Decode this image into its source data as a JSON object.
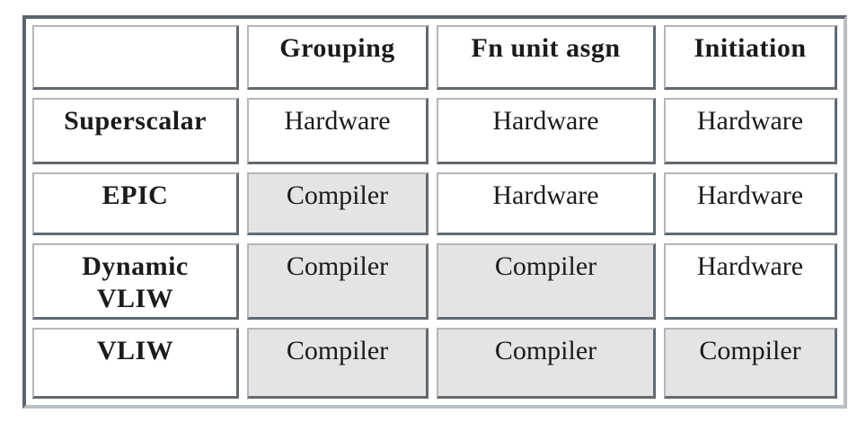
{
  "colors": {
    "page_background": "#ffffff",
    "cell_background": "#ffffff",
    "shaded_cell_background": "#e4e4e4",
    "cell_border_light": "#b3b7bb",
    "cell_border_dark": "#62696f",
    "frame_border_dark": "#5d656d",
    "frame_border_light": "#b9bec3",
    "text": "#1b1b1b"
  },
  "table": {
    "columns": [
      {
        "label": ""
      },
      {
        "label": "Grouping"
      },
      {
        "label": "Fn unit asgn"
      },
      {
        "label": "Initiation"
      }
    ],
    "rows": [
      {
        "label": "Superscalar",
        "cells": [
          {
            "text": "Hardware",
            "variant": "plain"
          },
          {
            "text": "Hardware",
            "variant": "plain"
          },
          {
            "text": "Hardware",
            "variant": "plain"
          }
        ]
      },
      {
        "label": "EPIC",
        "cells": [
          {
            "text": "Compiler",
            "variant": "shaded"
          },
          {
            "text": "Hardware",
            "variant": "plain"
          },
          {
            "text": "Hardware",
            "variant": "plain"
          }
        ]
      },
      {
        "label": "Dynamic\nVLIW",
        "cells": [
          {
            "text": "Compiler",
            "variant": "shaded"
          },
          {
            "text": "Compiler",
            "variant": "shaded"
          },
          {
            "text": "Hardware",
            "variant": "plain"
          }
        ]
      },
      {
        "label": "VLIW",
        "cells": [
          {
            "text": "Compiler",
            "variant": "shaded"
          },
          {
            "text": "Compiler",
            "variant": "shaded"
          },
          {
            "text": "Compiler",
            "variant": "shaded"
          }
        ]
      }
    ]
  }
}
